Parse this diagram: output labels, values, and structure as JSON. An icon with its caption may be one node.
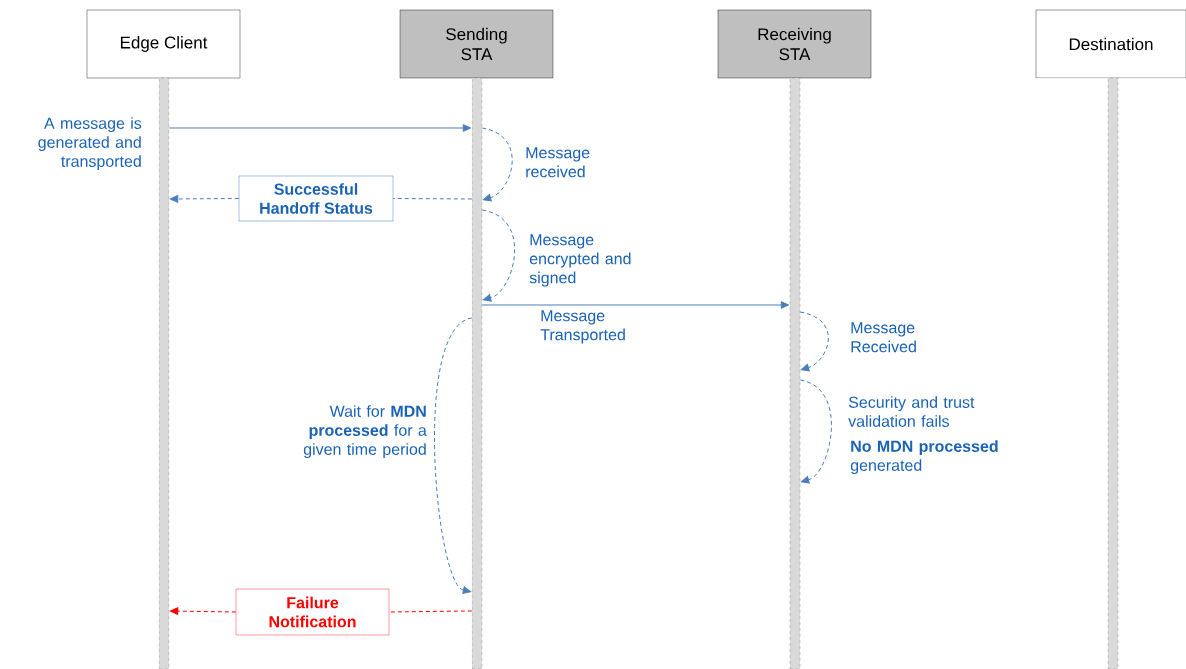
{
  "diagram": {
    "nodes": [
      {
        "text": [
          "Edge Client"
        ]
      },
      {
        "text": [
          "Sending STA"
        ]
      },
      {
        "text": [
          "Receiving STA"
        ]
      },
      {
        "text": [
          "Destination"
        ]
      },
      {
        "text": [],
        "shape": "bar"
      },
      {
        "text": [],
        "shape": "bar"
      },
      {
        "text": [],
        "shape": "bar"
      },
      {
        "text": [],
        "shape": "bar"
      },
      {
        "text": [
          "Successful Handoff Status"
        ]
      },
      {
        "text": [
          "Failure Notification"
        ]
      }
    ],
    "edges": [
      {
        "from": 4,
        "to": 5,
        "arrow": "to",
        "label": "A message is generated and transported"
      },
      {
        "from": 5,
        "to": 5,
        "arrow": "to",
        "style": "dashed",
        "label": "Message received"
      },
      {
        "from": 5,
        "to": 8,
        "arrow": "none",
        "style": "dashed"
      },
      {
        "from": 8,
        "to": 4,
        "arrow": "to",
        "style": "dashed"
      },
      {
        "from": 5,
        "to": 5,
        "arrow": "to",
        "style": "dashed",
        "label": "Message encrypted and signed"
      },
      {
        "from": 5,
        "to": 6,
        "arrow": "to",
        "label": "Message Transported"
      },
      {
        "from": 6,
        "to": 6,
        "arrow": "to",
        "style": "dashed",
        "label": "Message Received"
      },
      {
        "from": 6,
        "to": 6,
        "arrow": "to",
        "style": "dashed",
        "label": "Security and trust validation fails"
      },
      {
        "from": 5,
        "to": 5,
        "arrow": "to",
        "style": "dashed",
        "label": "Wait for **MDN processed** for a given time period"
      },
      {
        "from": 5,
        "to": 9,
        "arrow": "none",
        "style": "dashed",
        "color": "#ff0000"
      },
      {
        "from": 9,
        "to": 4,
        "arrow": "to",
        "style": "dashed",
        "color": "#ff0000"
      }
    ],
    "labels": [
      "**No MDN processed** generated"
    ]
  }
}
